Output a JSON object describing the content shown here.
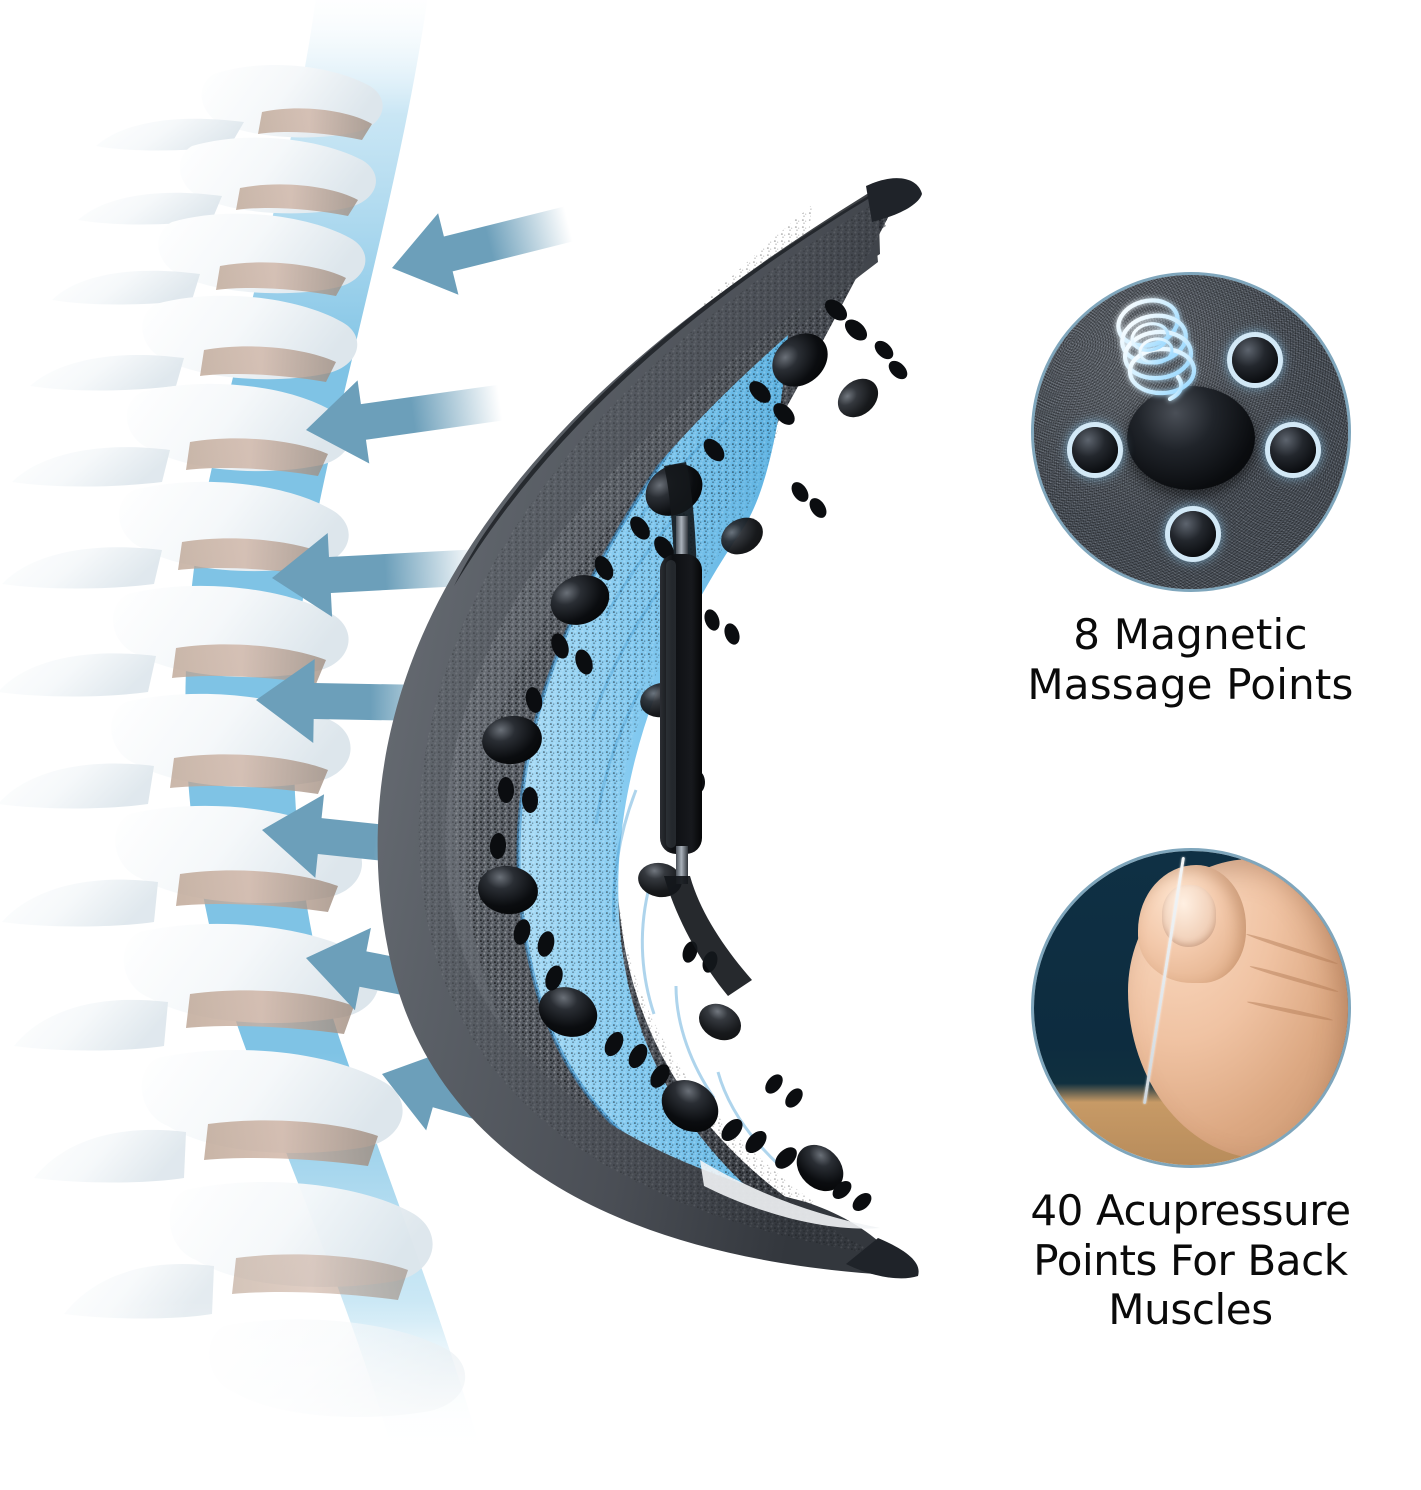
{
  "page": {
    "title": "Back Stretcher Product Infographic",
    "background_color": "#ffffff"
  },
  "colors": {
    "accent_blue": "#7FC3E5",
    "arrow_blue": "#6C9FBA",
    "circle_border": "#7FA6BC",
    "device_grey": "#55595f",
    "device_blue_core": "#7EC8F0",
    "node_black": "#0a0c0f",
    "text": "#0a0a0a",
    "disc_tan": "#c7a894"
  },
  "left_panel": {
    "name": "spine-and-device-illustration",
    "spine": {
      "label": "human-spine-lateral-view",
      "vertebra_count": 17,
      "bone_color": "#f4f7f9",
      "disc_color": "#c7a894"
    },
    "pressure_band": {
      "label": "blue-curved-pressure-band",
      "color": "#7FC3E5"
    },
    "arrows": {
      "label": "pressure-direction-arrows",
      "count": 7,
      "direction": "left",
      "color": "#6C9FBA"
    },
    "device": {
      "label": "lumbar-back-stretcher-device",
      "shape": "crescent",
      "shell_color": "#55595f",
      "core_color": "#7EC8F0",
      "support_strut": "adjustable-black-strut",
      "magnet_domes": 8,
      "acupressure_bumps": 40
    }
  },
  "features": [
    {
      "id": "magnetic",
      "image_name": "magnetic-massage-point-closeup",
      "image_desc": "Textured grey pad with central black magnetic dome, glowing coil and four smaller magnet nodes",
      "caption": "8  Magnetic\nMassage Points",
      "caption_line1": "8  Magnetic",
      "caption_line2": "Massage Points",
      "node_count": 4,
      "center_dome": 1
    },
    {
      "id": "acupressure",
      "image_name": "acupuncture-needle-closeup",
      "image_desc": "Hand holding a thin acupuncture needle over a dark navy background",
      "caption": "40 Acupressure\nPoints For Back Muscles",
      "caption_line1": "40 Acupressure",
      "caption_line2": "Points For Back Muscles"
    }
  ]
}
